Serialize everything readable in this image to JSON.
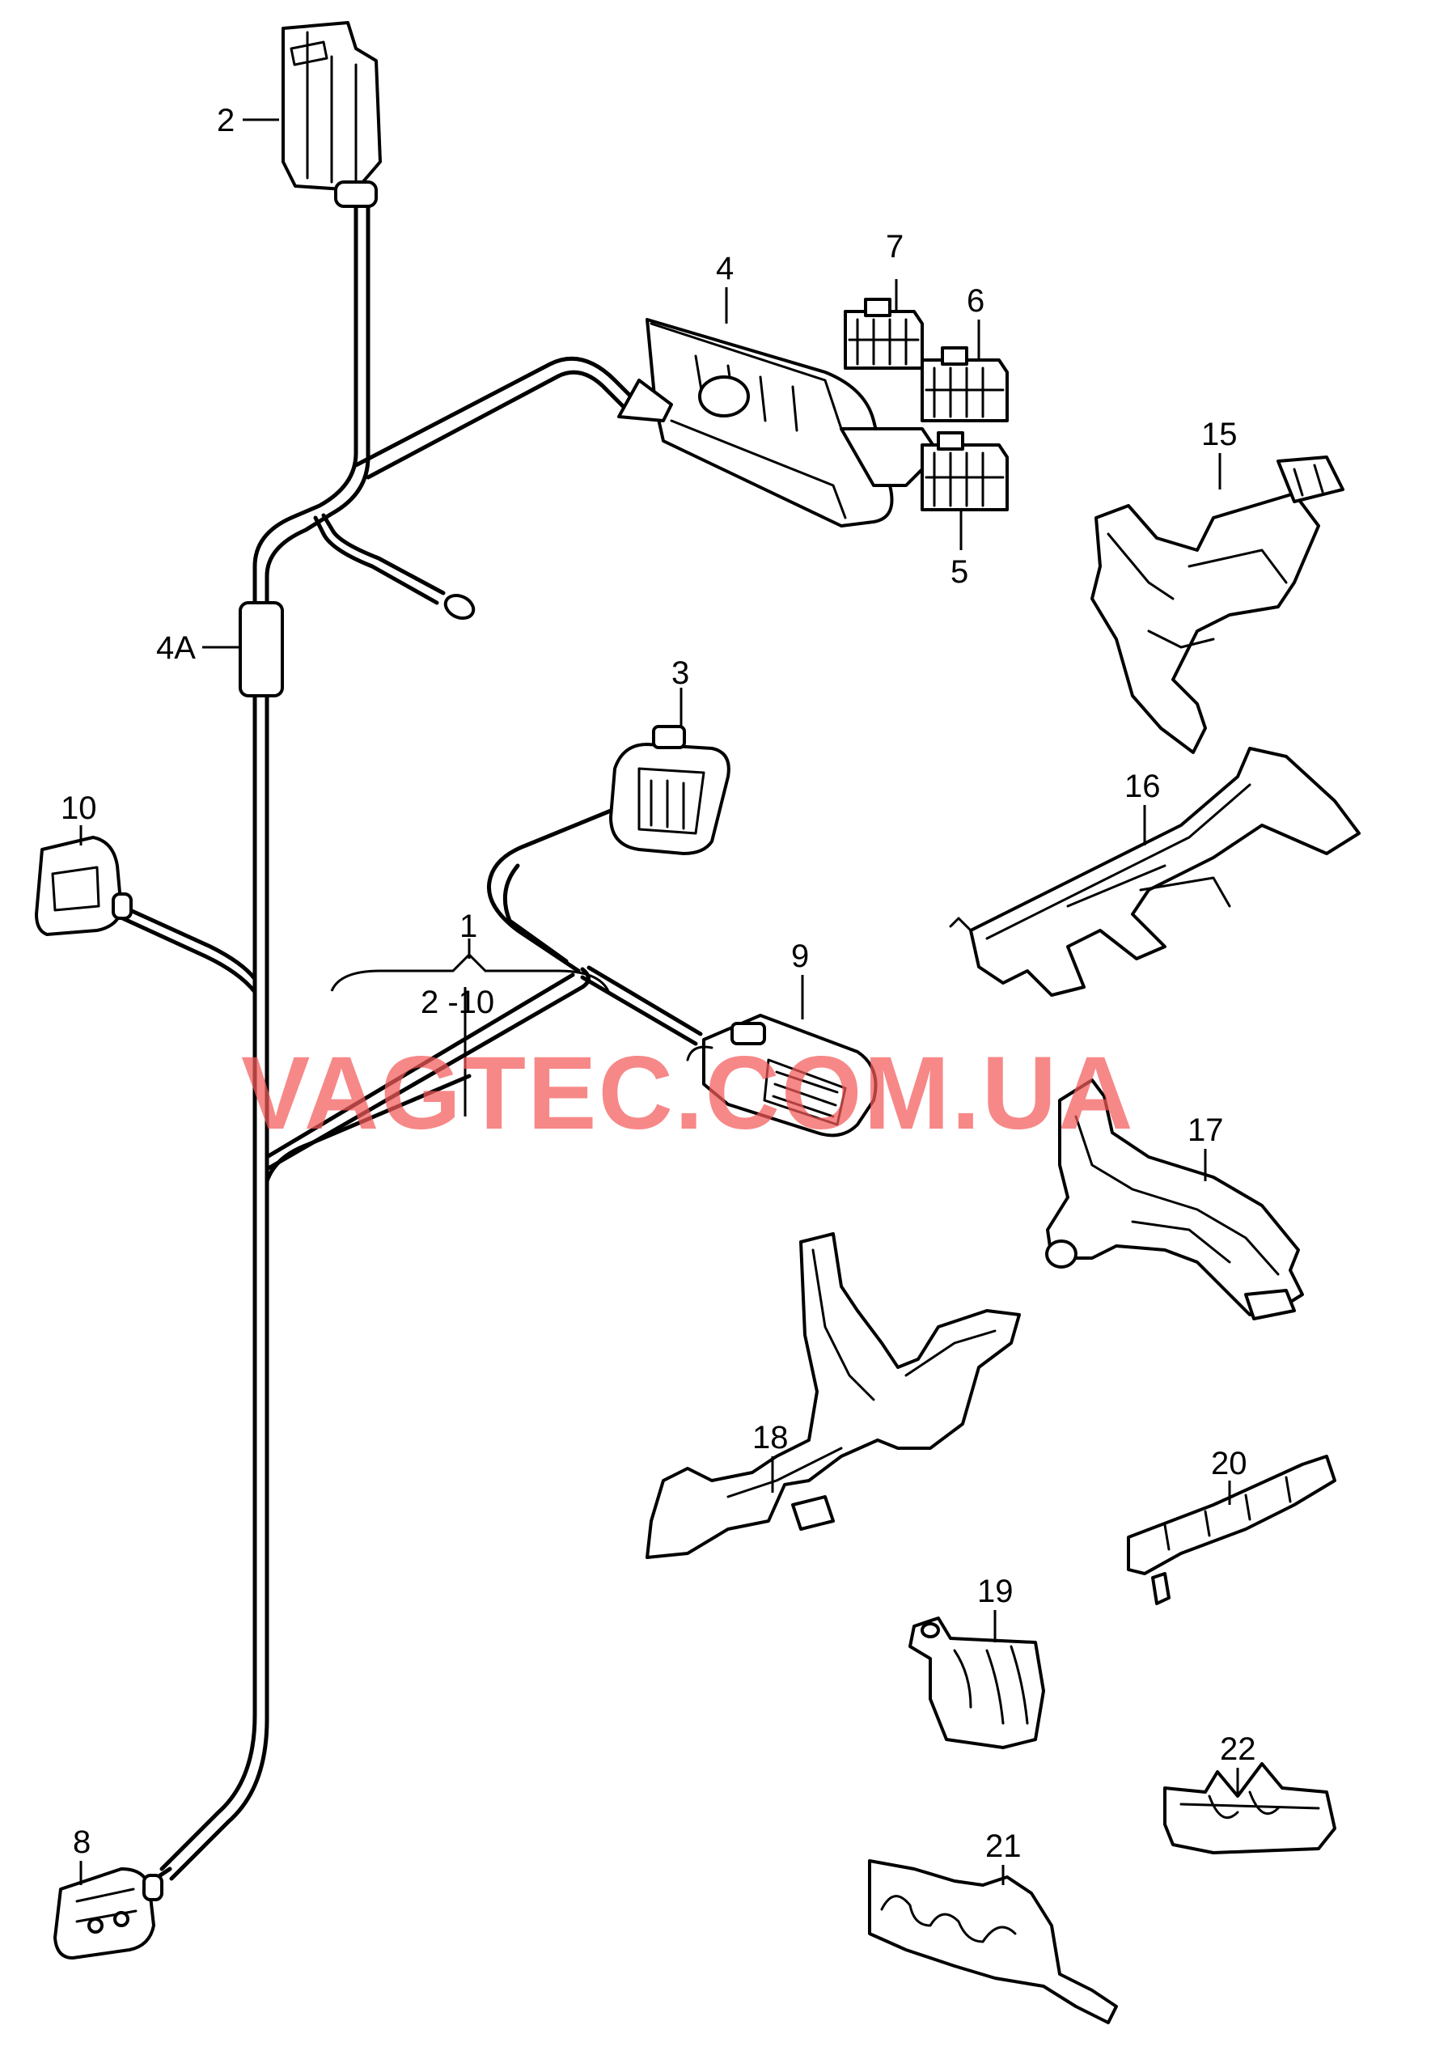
{
  "watermark": "VAGTEC.COM.UA",
  "callouts": {
    "c1": "1",
    "c1_range": "2 -10",
    "c2": "2",
    "c3": "3",
    "c4": "4",
    "c4a": "4A",
    "c5": "5",
    "c6": "6",
    "c7": "7",
    "c8": "8",
    "c9": "9",
    "c10": "10",
    "c15": "15",
    "c16": "16",
    "c17": "17",
    "c18": "18",
    "c19": "19",
    "c20": "20",
    "c21": "21",
    "c22": "22"
  },
  "colors": {
    "line": "#000000",
    "watermark": "#f45a5a",
    "background": "#ffffff"
  }
}
